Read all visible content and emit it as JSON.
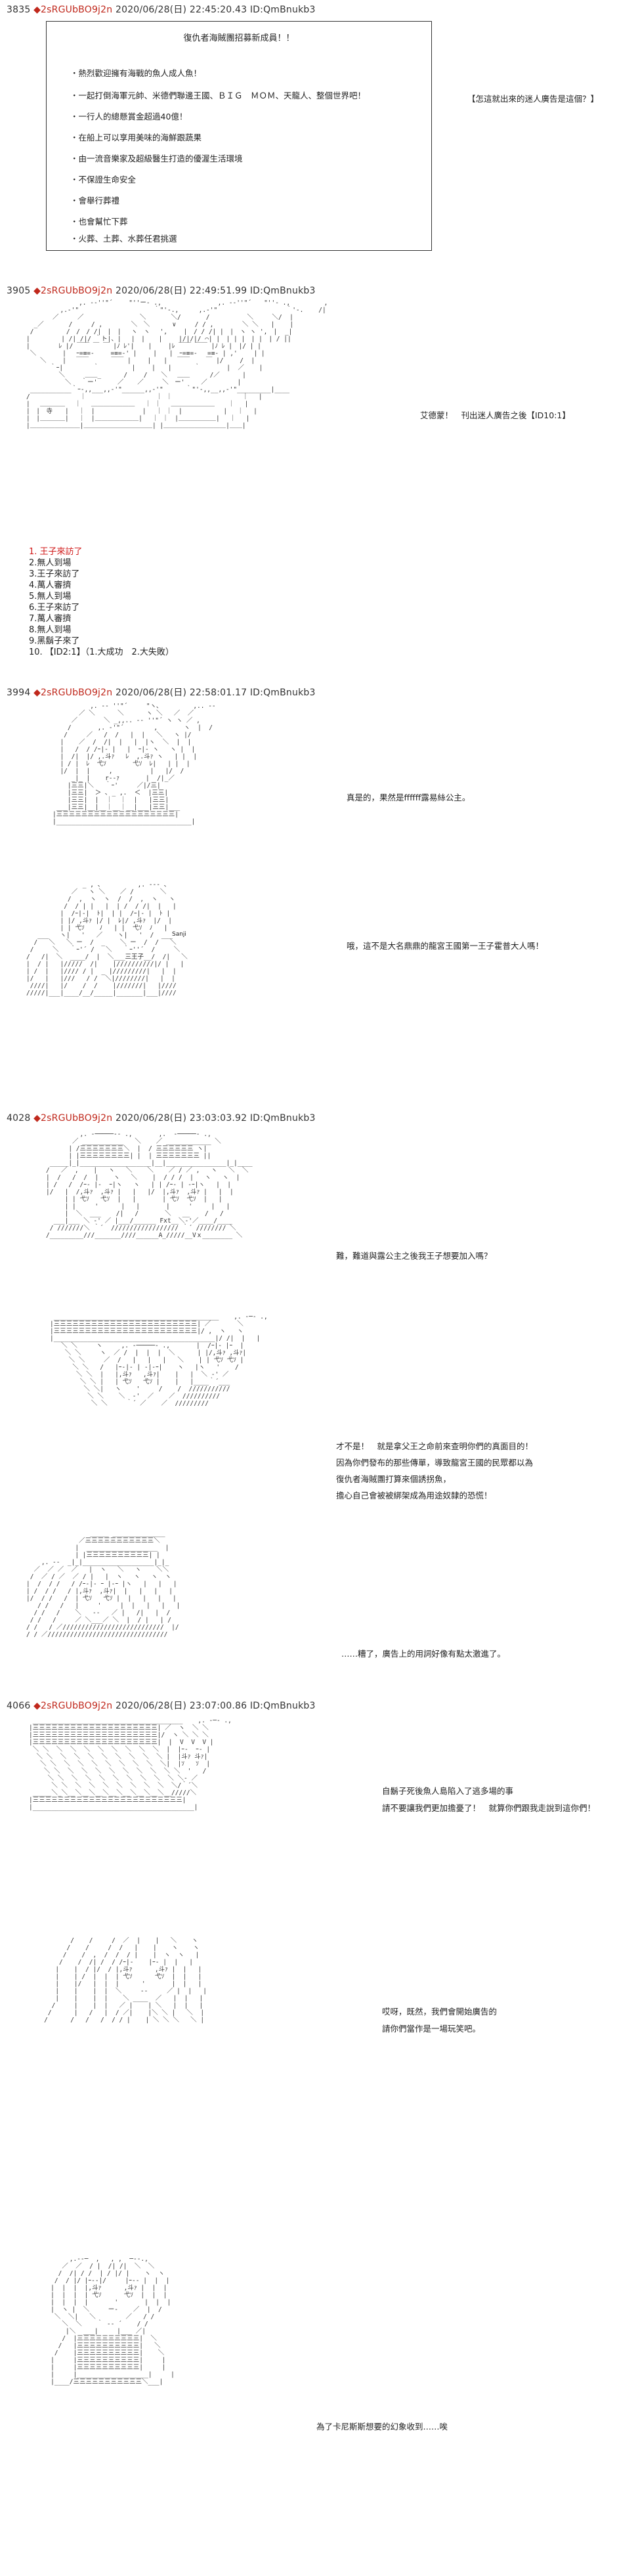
{
  "posts": [
    {
      "num": "3835",
      "name": "◆2sRGUbBO9j2n",
      "meta": "2020/06/28(日) 22:45:20.43 ID:QmBnukb3",
      "box_title": "復仇者海賊團招募新成員！！",
      "box_items": [
        "・熱烈歡迎擁有海戰的魚人成人魚！",
        "・一起打倒海軍元帥、米德們聯邊王國、ＢＩＧ　ＭＯＭ、天龍人、整個世界吧！",
        "・一行人的總懸賞金超過40億！",
        "・在船上可以享用美味的海鮮跟蔬果",
        "・由一流音樂家及超級醫生打造的優渥生活環境",
        "・不保證生命安全",
        "・會舉行葬禮",
        "・也會幫忙下葬",
        "・火葬、土葬、水葬任君挑選"
      ],
      "side_note": "【怎這就出來的迷人廣告是這個？】"
    },
    {
      "num": "3905",
      "name": "◆2sRGUbBO9j2n",
      "meta": "2020/06/28(日) 22:49:51.99 ID:QmBnukb3",
      "caption": "艾德蒙！　刊出迷人廣告之後【ID10:1】",
      "list": [
        "1. 王子來訪了",
        "2.無人到場",
        "3.王子來訪了",
        "4.萬人審擠",
        "5.無人到場",
        "6.王子來訪了",
        "7.萬人審擠",
        "8.無人到場",
        "9.黑鬍子來了",
        "10. 【ID2:1】（1.大成功　2.大失敗）"
      ]
    },
    {
      "num": "3994",
      "name": "◆2sRGUbBO9j2n",
      "meta": "2020/06/28(日) 22:58:01.17 ID:QmBnukb3",
      "line1": "真是的，果然是ffffff露易絲公主。",
      "line2": "哦，這不是大名鼎鼎的龍宮王國第一王子霍普大人嗎！",
      "sign_text": "Sanji"
    },
    {
      "num": "4028",
      "name": "◆2sRGUbBO9j2n",
      "meta": "2020/06/28(日) 23:03:03.92 ID:QmBnukb3",
      "line1": "難，難道與露公主之後我王子想要加入嗎？",
      "block": [
        "才不是！　就是拿父王之命前來查明你們的真面目的！",
        "因為你們發布的那些傳單，導致龍宮王國的民眾都以為",
        "復仇者海賊團打算來個誘拐魚，",
        "擔心自己會被被綁架成為用途奴隸的恐慌！"
      ],
      "line3": "……糟了，廣告上的用詞好像有點太激進了。"
    },
    {
      "num": "4066",
      "name": "◆2sRGUbBO9j2n",
      "meta": "2020/06/28(日) 23:07:00.86 ID:QmBnukb3",
      "block1": [
        "自鬍子死後魚人島陷入了逃多場的事",
        "請不要讓我們更加擔憂了！　就算你們跟我走說到這你們！"
      ],
      "block2": [
        "哎呀，既然，我們會開始廣告的",
        "請你們當作是一場玩笑吧。"
      ],
      "line3": "為了卡尼斯斯想要的幻象收到……唉"
    }
  ],
  "colors": {
    "author": "#c0281c",
    "highlight": "#d01818"
  }
}
